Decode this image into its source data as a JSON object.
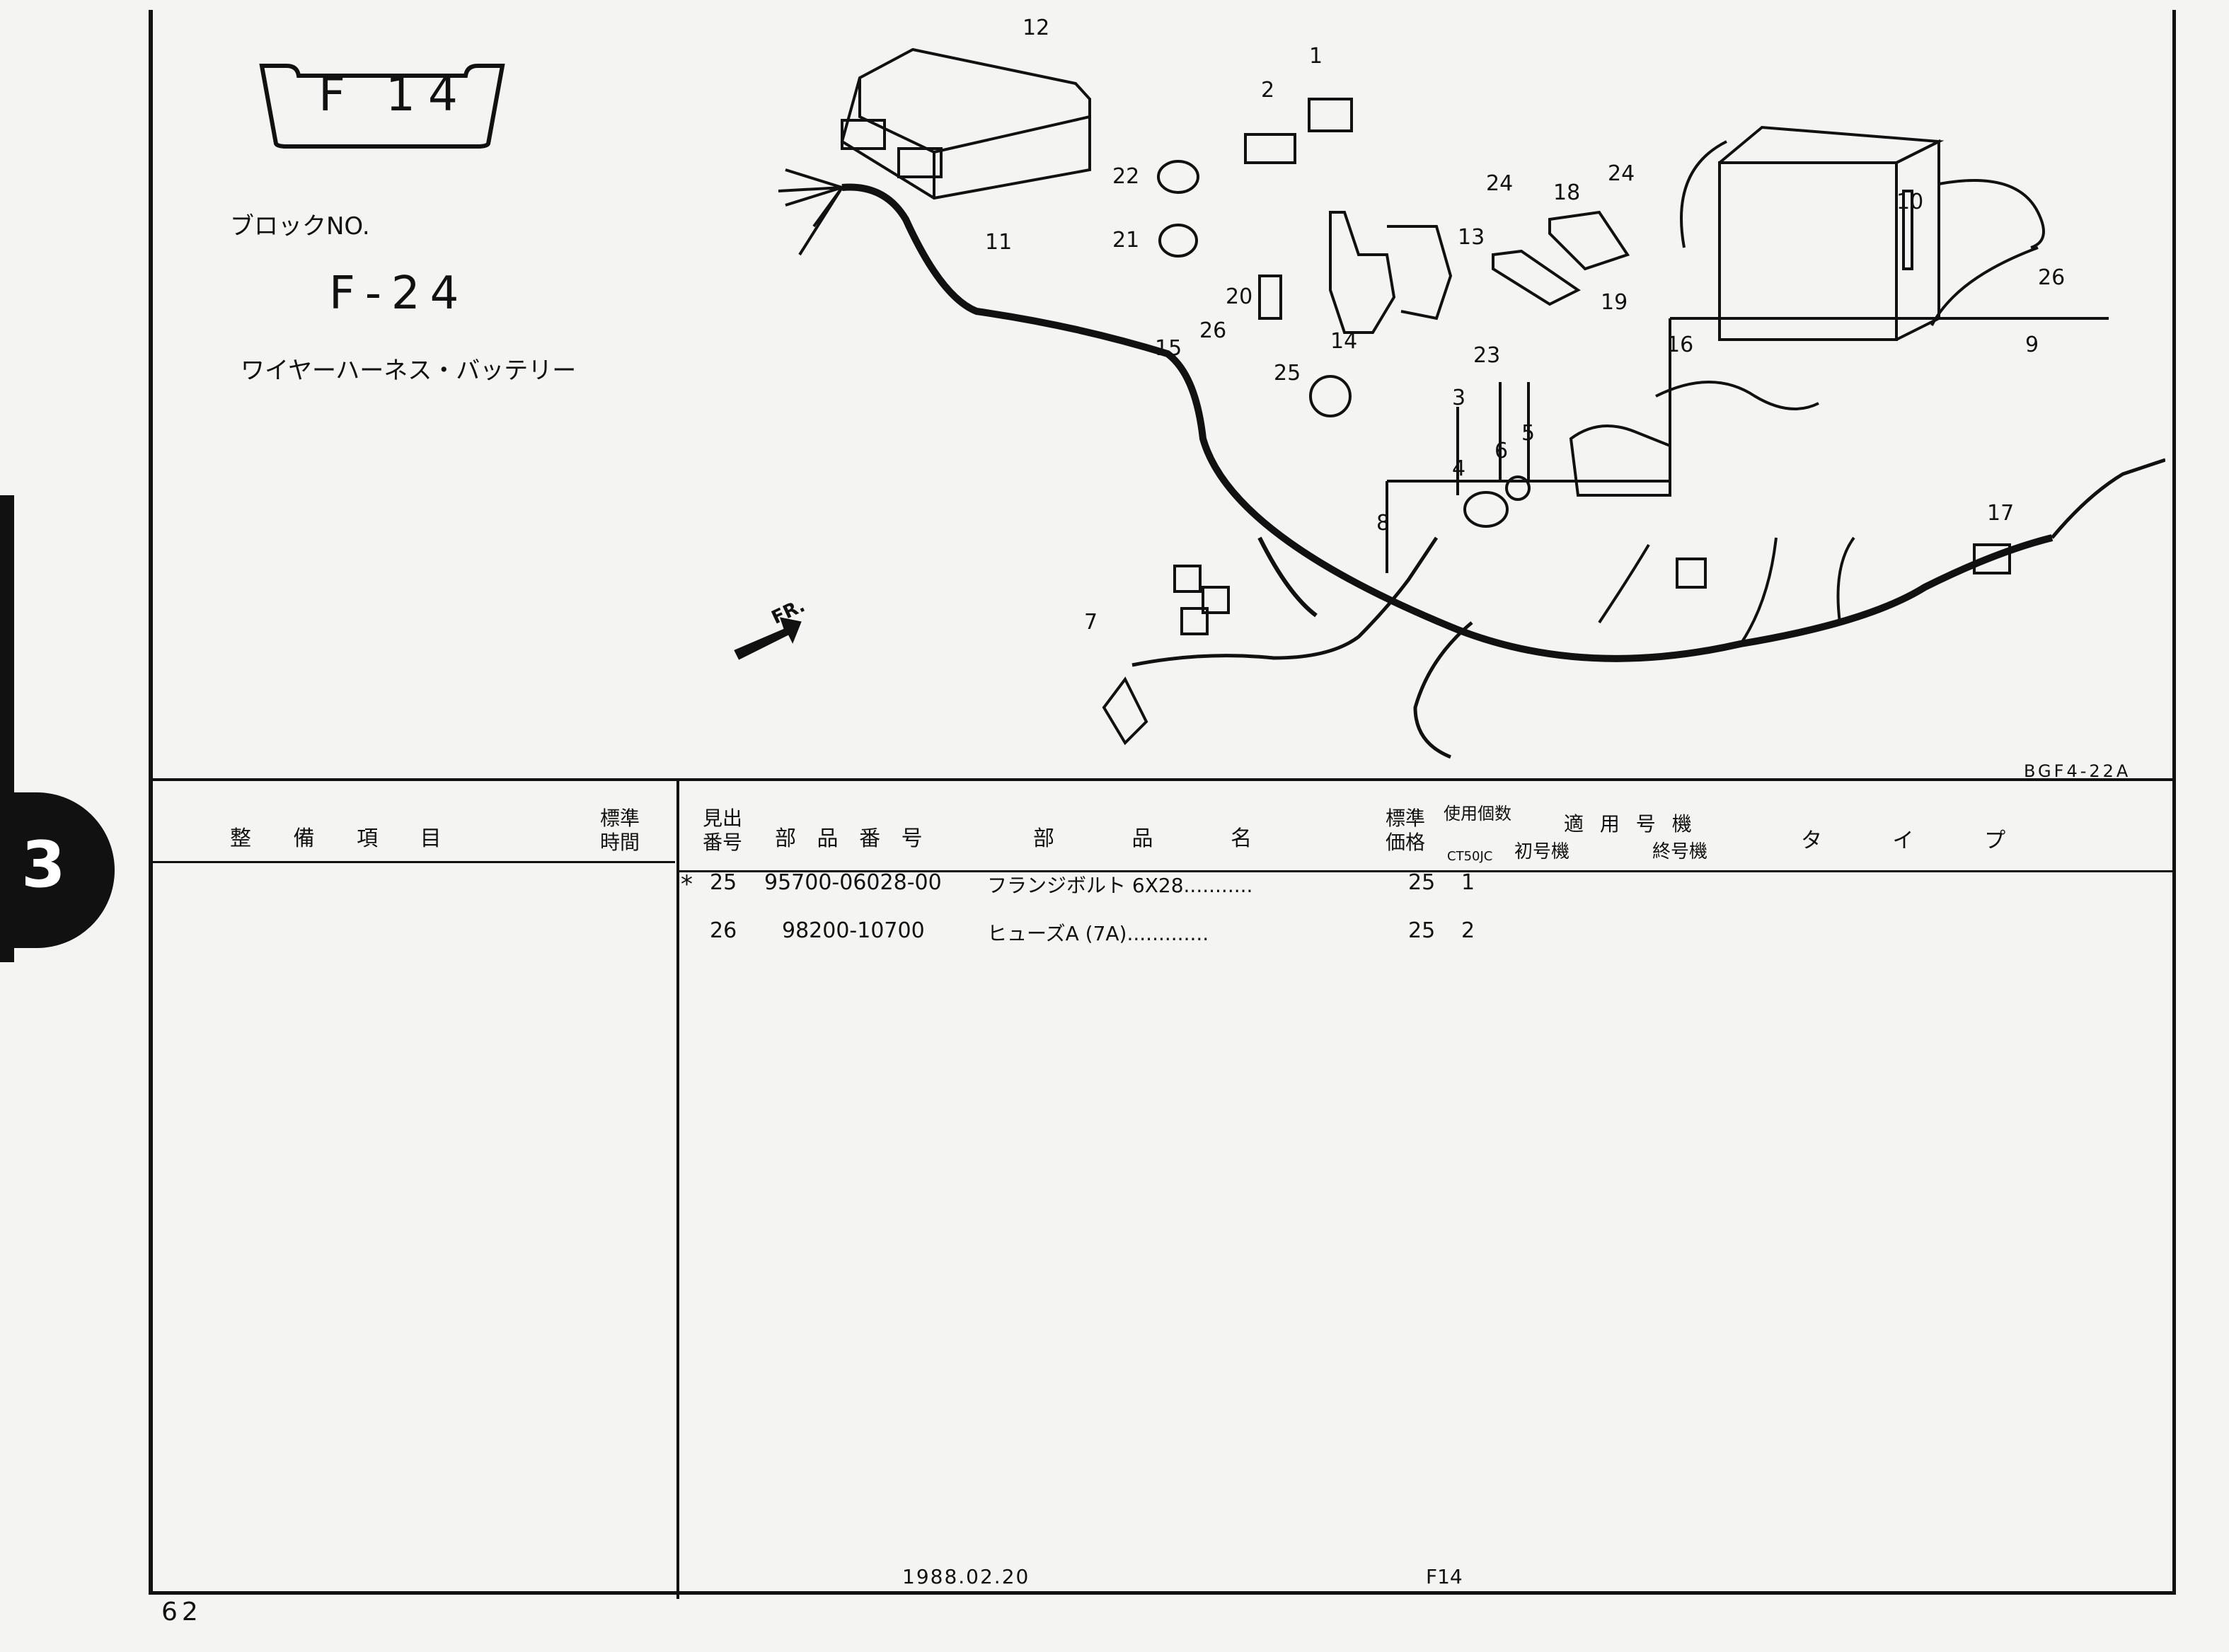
{
  "page": {
    "section_tab": "3",
    "page_number": "62",
    "figure_id": "F 14",
    "block_label": "ブロックNO.",
    "block_number": "F-24",
    "block_title": "ワイヤーハーネス・バッテリー",
    "drawing_ref": "BGF4-22A",
    "direction_marker": "FR.",
    "footer_date": "1988.02.20",
    "footer_code": "F14"
  },
  "callouts": [
    "1",
    "2",
    "3",
    "4",
    "5",
    "6",
    "7",
    "8",
    "9",
    "10",
    "11",
    "12",
    "13",
    "14",
    "15",
    "16",
    "17",
    "18",
    "19",
    "20",
    "21",
    "22",
    "23",
    "24",
    "24",
    "25",
    "26",
    "26"
  ],
  "table": {
    "headers": {
      "service_item": "整 備 項 目",
      "std_time": "標準時間",
      "ref_no": "見出番号",
      "part_no": "部 品 番 号",
      "part_name": "部 品 名",
      "std_price": "標準価格",
      "qty_label": "使用個数",
      "model_code": "CT50JC",
      "applicable": "適 用 号 機",
      "first_no": "初号機",
      "last_no": "終号機",
      "type": "タ イ プ"
    },
    "rows": [
      {
        "mark": "*",
        "ref": "25",
        "part_no": "95700-06028-00",
        "name": "フランジボルト 6X28...........",
        "price": "25",
        "qty": "1"
      },
      {
        "mark": "",
        "ref": "26",
        "part_no": "98200-10700",
        "name": "ヒューズA (7A).............",
        "price": "25",
        "qty": "2"
      }
    ]
  }
}
